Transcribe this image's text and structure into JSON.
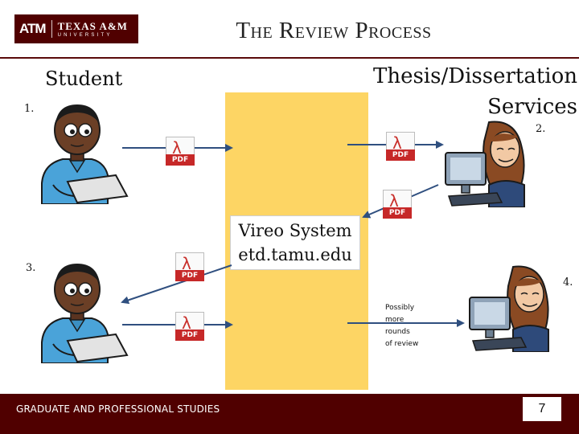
{
  "header": {
    "logo_mark": "ATM",
    "logo_line1": "TEXAS A&M",
    "logo_line2": "UNIVERSITY",
    "title": "The Review Process"
  },
  "labels": {
    "student": "Student",
    "services_line1": "Thesis/Dissertation",
    "services_line2": "Services"
  },
  "steps": [
    "1.",
    "2.",
    "3.",
    "4."
  ],
  "center": {
    "line1": "Vireo System",
    "line2": "etd.tamu.edu"
  },
  "note": {
    "lines": [
      "Possibly",
      "more",
      "rounds",
      "of review"
    ]
  },
  "pdf_label": "PDF",
  "footer": {
    "text": "GRADUATE AND PROFESSIONAL STUDIES",
    "page_number": "7"
  },
  "colors": {
    "maroon": "#500000",
    "panel": "#fdd564",
    "pdf_red": "#c62828",
    "arrow": "#2f4f7f"
  },
  "icons": [
    "student-laptop-icon",
    "reviewer-computer-icon",
    "pdf-file-icon",
    "arrow-icon"
  ]
}
